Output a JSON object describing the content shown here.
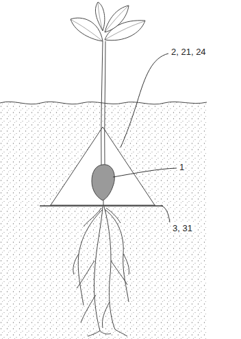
{
  "diagram": {
    "labels": [
      "2, 21, 24",
      "1",
      "3, 31"
    ]
  }
}
